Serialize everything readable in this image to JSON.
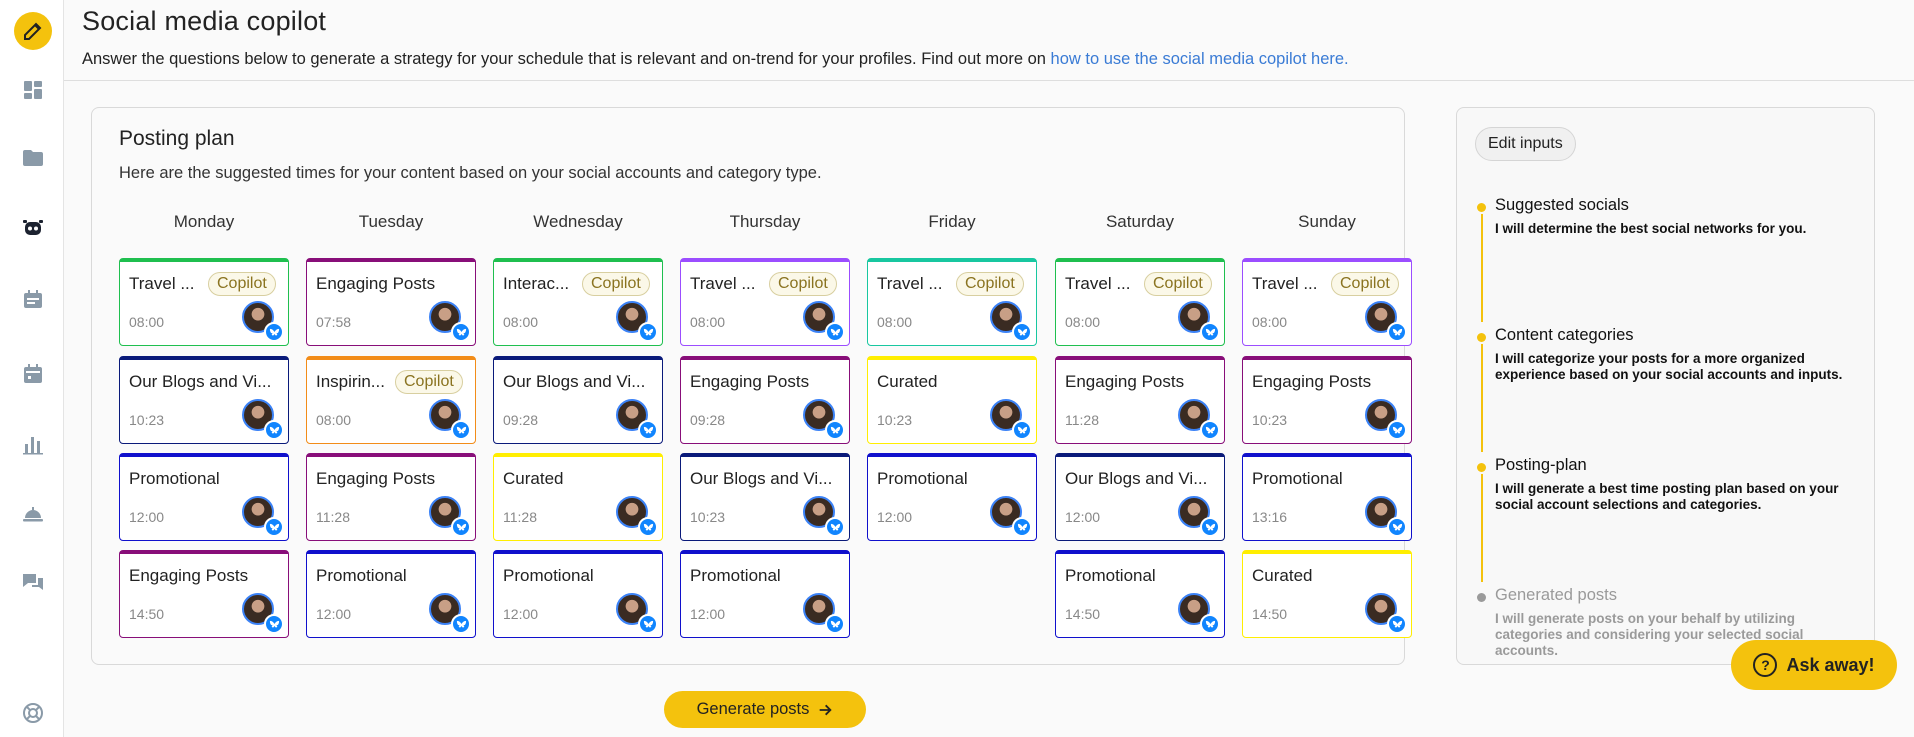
{
  "header": {
    "title": "Social media copilot",
    "subtitle": "Answer the questions below to generate a strategy for your schedule that is relevant and on-trend for your profiles. Find out more on ",
    "link_text": "how to use the social media copilot here."
  },
  "sidebar": {
    "items": [
      {
        "icon": "edit-icon"
      },
      {
        "icon": "dashboard-icon"
      },
      {
        "icon": "folder-icon"
      },
      {
        "icon": "copilot-robot-icon"
      },
      {
        "icon": "planner-icon"
      },
      {
        "icon": "calendar-icon"
      },
      {
        "icon": "analytics-icon"
      },
      {
        "icon": "service-bell-icon"
      },
      {
        "icon": "chat-icon"
      },
      {
        "icon": "help-lifebuoy-icon"
      }
    ]
  },
  "plan": {
    "title": "Posting plan",
    "description": "Here are the suggested times for your content based on your social accounts and category type."
  },
  "colors": {
    "accent": "#f4c20d",
    "link": "#3a7bd5",
    "network": "#1185fe",
    "green": "#1fbf4f",
    "purple": "#8a2be2",
    "magenta": "#880e79",
    "navy": "#0a1a7a",
    "orange": "#f28c18",
    "blue": "#1010cc",
    "yellow": "#ffee00",
    "teal": "#18c7a0",
    "violet": "#9b4dff"
  },
  "badge_label": "Copilot",
  "days": [
    {
      "name": "Monday",
      "posts": [
        {
          "title": "Travel ...",
          "time": "08:00",
          "badge": true,
          "color": "#1fbf4f"
        },
        {
          "title": "Our Blogs and Vi...",
          "time": "10:23",
          "badge": false,
          "color": "#0a1a7a"
        },
        {
          "title": "Promotional",
          "time": "12:00",
          "badge": false,
          "color": "#1010cc"
        },
        {
          "title": "Engaging Posts",
          "time": "14:50",
          "badge": false,
          "color": "#880e79"
        }
      ]
    },
    {
      "name": "Tuesday",
      "posts": [
        {
          "title": "Engaging Posts",
          "time": "07:58",
          "badge": false,
          "color": "#880e79"
        },
        {
          "title": "Inspirin...",
          "time": "08:00",
          "badge": true,
          "color": "#f28c18"
        },
        {
          "title": "Engaging Posts",
          "time": "11:28",
          "badge": false,
          "color": "#880e79"
        },
        {
          "title": "Promotional",
          "time": "12:00",
          "badge": false,
          "color": "#1010cc"
        }
      ]
    },
    {
      "name": "Wednesday",
      "posts": [
        {
          "title": "Interac...",
          "time": "08:00",
          "badge": true,
          "color": "#1fbf4f"
        },
        {
          "title": "Our Blogs and Vi...",
          "time": "09:28",
          "badge": false,
          "color": "#0a1a7a"
        },
        {
          "title": "Curated",
          "time": "11:28",
          "badge": false,
          "color": "#ffee00"
        },
        {
          "title": "Promotional",
          "time": "12:00",
          "badge": false,
          "color": "#1010cc"
        }
      ]
    },
    {
      "name": "Thursday",
      "posts": [
        {
          "title": "Travel ...",
          "time": "08:00",
          "badge": true,
          "color": "#9b4dff"
        },
        {
          "title": "Engaging Posts",
          "time": "09:28",
          "badge": false,
          "color": "#880e79"
        },
        {
          "title": "Our Blogs and Vi...",
          "time": "10:23",
          "badge": false,
          "color": "#0a1a7a"
        },
        {
          "title": "Promotional",
          "time": "12:00",
          "badge": false,
          "color": "#1010cc"
        }
      ]
    },
    {
      "name": "Friday",
      "posts": [
        {
          "title": "Travel ...",
          "time": "08:00",
          "badge": true,
          "color": "#18c7a0"
        },
        {
          "title": "Curated",
          "time": "10:23",
          "badge": false,
          "color": "#ffee00"
        },
        {
          "title": "Promotional",
          "time": "12:00",
          "badge": false,
          "color": "#1010cc"
        }
      ]
    },
    {
      "name": "Saturday",
      "posts": [
        {
          "title": "Travel ...",
          "time": "08:00",
          "badge": true,
          "color": "#1fbf4f"
        },
        {
          "title": "Engaging Posts",
          "time": "11:28",
          "badge": false,
          "color": "#880e79"
        },
        {
          "title": "Our Blogs and Vi...",
          "time": "12:00",
          "badge": false,
          "color": "#0a1a7a"
        },
        {
          "title": "Promotional",
          "time": "14:50",
          "badge": false,
          "color": "#1010cc"
        }
      ]
    },
    {
      "name": "Sunday",
      "posts": [
        {
          "title": "Travel ...",
          "time": "08:00",
          "badge": true,
          "color": "#9b4dff"
        },
        {
          "title": "Engaging Posts",
          "time": "10:23",
          "badge": false,
          "color": "#880e79"
        },
        {
          "title": "Promotional",
          "time": "13:16",
          "badge": false,
          "color": "#1010cc"
        },
        {
          "title": "Curated",
          "time": "14:50",
          "badge": false,
          "color": "#ffee00"
        }
      ]
    }
  ],
  "generate_button": "Generate posts",
  "steps": {
    "edit_label": "Edit inputs",
    "items": [
      {
        "title": "Suggested socials",
        "desc": "I will determine the best social networks for you."
      },
      {
        "title": "Content categories",
        "desc": "I will categorize your posts for a more organized experience based on your social accounts and inputs."
      },
      {
        "title": "Posting-plan",
        "desc": "I will generate a best time posting plan based on your social account selections and categories."
      },
      {
        "title": "Generated posts",
        "desc": "I will generate posts on your behalf by utilizing categories and considering your selected social accounts."
      }
    ]
  },
  "ask_button": "Ask away!"
}
